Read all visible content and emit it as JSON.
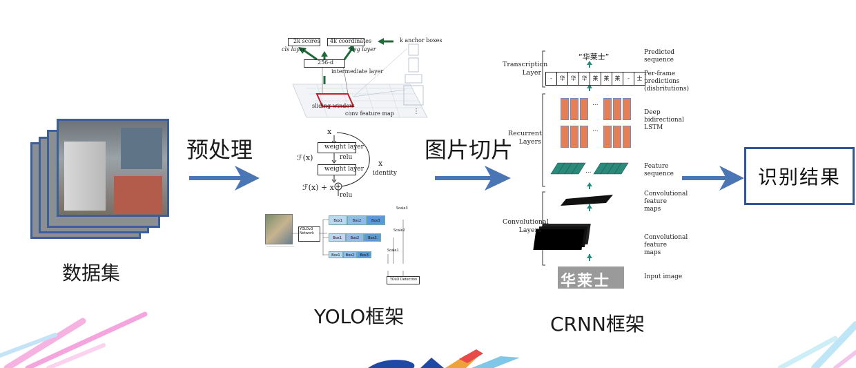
{
  "steps": {
    "dataset_label": "数据集",
    "preprocess_label": "预处理",
    "slicing_label": "图片切片",
    "result_label": "识别结果",
    "yolo_caption": "YOLO框架",
    "crnn_caption": "CRNN框架"
  },
  "rpn": {
    "scores": "2k scores",
    "coords": "4k coordinates",
    "anchors": "k anchor boxes",
    "cls": "cls layer",
    "reg": "reg layer",
    "dim": "256-d",
    "intermediate": "intermediate layer",
    "sliding": "sliding window",
    "conv": "conv feature map"
  },
  "resnet": {
    "x_top": "x",
    "weight1": "weight layer",
    "relu1": "relu",
    "weight2": "weight layer",
    "fx": "ℱ(x)",
    "x_side": "x",
    "identity": "identity",
    "sum": "ℱ(x) + x",
    "relu2": "relu"
  },
  "yolo_mini": {
    "network": "YOLOv3 Network",
    "box1": "Box1",
    "box2": "Box2",
    "box3": "Box3",
    "scale3": "Scale3",
    "scale2": "Scale2",
    "scale1": "Scale1",
    "detection": "YOLO Detection"
  },
  "crnn": {
    "prediction": "“华莱士”",
    "predicted_seq": "Predicted sequence",
    "transcription": "Transcription Layer",
    "per_frame": "Per-frame predictions (disbritutions)",
    "frames": [
      "-",
      "华",
      "华",
      "华",
      "莱",
      "莱",
      "莱",
      "-",
      "士"
    ],
    "recurrent": "Recurrent Layers",
    "deep_lstm": "Deep bidirectional LSTM",
    "feature_seq": "Feature sequence",
    "convolutional": "Convolutional Layers",
    "conv_maps1": "Convolutional feature maps",
    "conv_maps2": "Convolutional feature maps",
    "input_image": "Input image",
    "input_text": "华莱士"
  },
  "colors": {
    "arrow": "#4a76b6",
    "box_border": "#2f5597",
    "teal": "#2a8a7a",
    "lstm_orange": "#e57f54",
    "lstm_blue": "#6a8ec9",
    "yolo_box": "#5b9bd5"
  }
}
